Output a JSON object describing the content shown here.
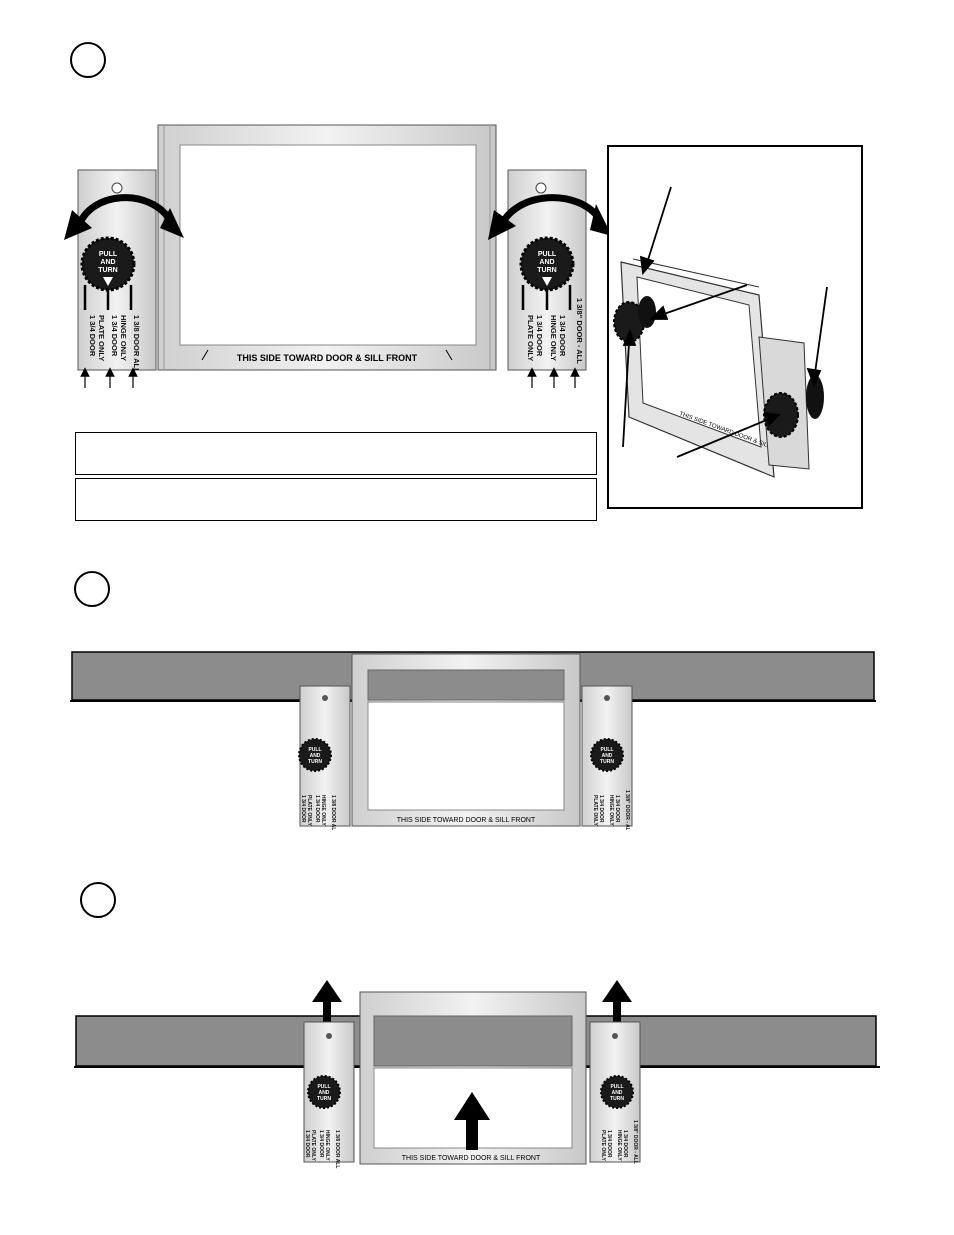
{
  "template": {
    "knob_top": "PULL",
    "knob_mid": "AND",
    "knob_bot": "TURN",
    "bottom_text": "THIS SIDE TOWARD DOOR & SILL FRONT",
    "left_labels": [
      "1 3/4 DOOR",
      "PLATE ONLY",
      "1 3/4 DOOR",
      "HINGE ONLY",
      "1 3/8 DOOR ALL"
    ],
    "right_labels": [
      "1 3/8\" DOOR - ALL",
      "1 3/4 DOOR",
      "HINGE ONLY",
      "1 3/4 DOOR",
      "PLATE ONLY"
    ]
  },
  "inset": {
    "frame_text": "THIS SIDE TOWARD DOOR & SILL FRONT"
  },
  "colors": {
    "metal_light": "#e6e6e6",
    "metal_dark": "#bdbdbd",
    "bar_gray": "#8c8c8c",
    "knob": "#1a1a1a",
    "line": "#000000"
  }
}
